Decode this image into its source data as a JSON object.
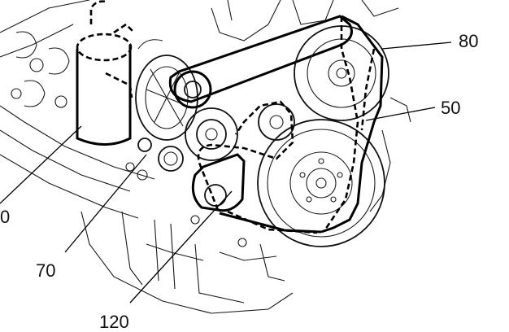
{
  "callouts": [
    {
      "id": "c60",
      "label": "0"
    },
    {
      "id": "c70",
      "label": "70"
    },
    {
      "id": "c120",
      "label": "120"
    },
    {
      "id": "c80",
      "label": "80"
    },
    {
      "id": "c50",
      "label": "50"
    }
  ]
}
